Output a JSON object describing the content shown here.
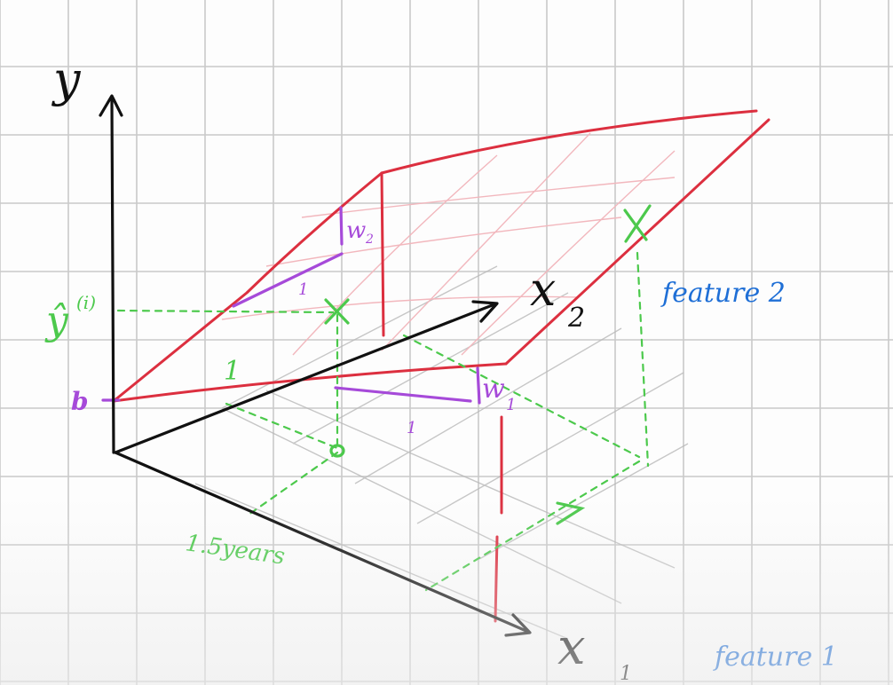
{
  "axes": {
    "y_label": "y",
    "x1_label": "x",
    "x1_subscript": "1",
    "x2_label": "x",
    "x2_subscript": "2"
  },
  "labels": {
    "intercept": "b",
    "prediction": "ŷ",
    "prediction_superscript": "(i)",
    "weight_1": "w",
    "weight_1_subscript": "1",
    "weight_2": "w",
    "weight_2_subscript": "2",
    "unit_1": "1",
    "unit_2": "1",
    "unit_green": "1",
    "years": "1.5years",
    "feature_1": "feature 1",
    "feature_2": "feature 2"
  },
  "colors": {
    "grid": "#c9c9c9",
    "axis": "#111111",
    "plane": "#dc2f3f",
    "plane_faint": "#f2b7bd",
    "green": "#4cc94c",
    "purple": "#a64ad9",
    "blue": "#1f6fd6",
    "floor": "#b9b9b9"
  }
}
